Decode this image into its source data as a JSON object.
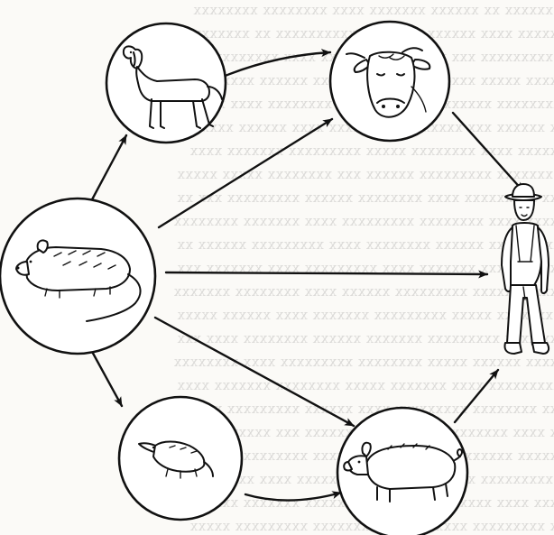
{
  "diagram": {
    "nodes": [
      {
        "id": "dog",
        "icon": "dog-icon"
      },
      {
        "id": "cow",
        "icon": "cow-icon"
      },
      {
        "id": "rat",
        "icon": "rat-icon"
      },
      {
        "id": "shrew",
        "icon": "shrew-icon"
      },
      {
        "id": "pig",
        "icon": "pig-icon"
      },
      {
        "id": "human",
        "icon": "farmer-icon"
      }
    ],
    "edges": [
      {
        "from": "dog",
        "to": "cow"
      },
      {
        "from": "rat",
        "to": "dog"
      },
      {
        "from": "rat",
        "to": "cow"
      },
      {
        "from": "rat",
        "to": "human"
      },
      {
        "from": "rat",
        "to": "shrew"
      },
      {
        "from": "rat",
        "to": "pig"
      },
      {
        "from": "shrew",
        "to": "pig"
      },
      {
        "from": "cow",
        "to": "human"
      },
      {
        "from": "pig",
        "to": "human"
      }
    ]
  }
}
